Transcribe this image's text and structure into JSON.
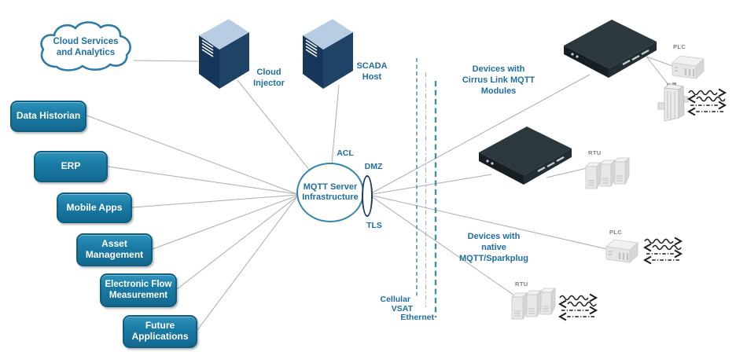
{
  "cloud": {
    "label": "Cloud Services and Analytics"
  },
  "left_apps": [
    {
      "label": "Data Historian"
    },
    {
      "label": "ERP"
    },
    {
      "label": "Mobile Apps"
    },
    {
      "label": "Asset Management"
    },
    {
      "label": "Electronic Flow Measurement"
    },
    {
      "label": "Future Applications"
    }
  ],
  "servers": {
    "cloud_injector_label": "Cloud Injector",
    "scada_host_label": "SCADA Host"
  },
  "core": {
    "label": "MQTT Server Infrastructure",
    "acl_label": "ACL",
    "dmz_label": "DMZ",
    "tls_label": "TLS"
  },
  "transport": {
    "cellular_label": "Cellular",
    "vsat_label": "VSAT",
    "ethernet_label": "Ethernet"
  },
  "device_groups": {
    "cirrus_lines": [
      "Devices with",
      "Cirrus Link MQTT",
      "Modules"
    ],
    "native_lines": [
      "Devices with",
      "native",
      "MQTT/Sparkplug"
    ],
    "plc_top_label": "PLC",
    "rtu_mid_label": "RTU",
    "plc_mid_label": "PLC",
    "rtu_bottom_label": "RTU"
  },
  "colors": {
    "accent_text": "#1E6EA5",
    "app_box_fill": "#1B7CA6",
    "app_box_border": "#0E5E80",
    "circle_stroke": "#3586B3",
    "dmz_ellipse_stroke": "#1E3A5F",
    "connector_gray": "#ACACAC",
    "dashed_blue": "#2E7FAD",
    "dashed_gray": "#A9AEB2",
    "server_front": "#1F4367",
    "server_side": "#16365C",
    "server_top": "#B7CDE3",
    "gateway_dark": "#2D383E"
  }
}
